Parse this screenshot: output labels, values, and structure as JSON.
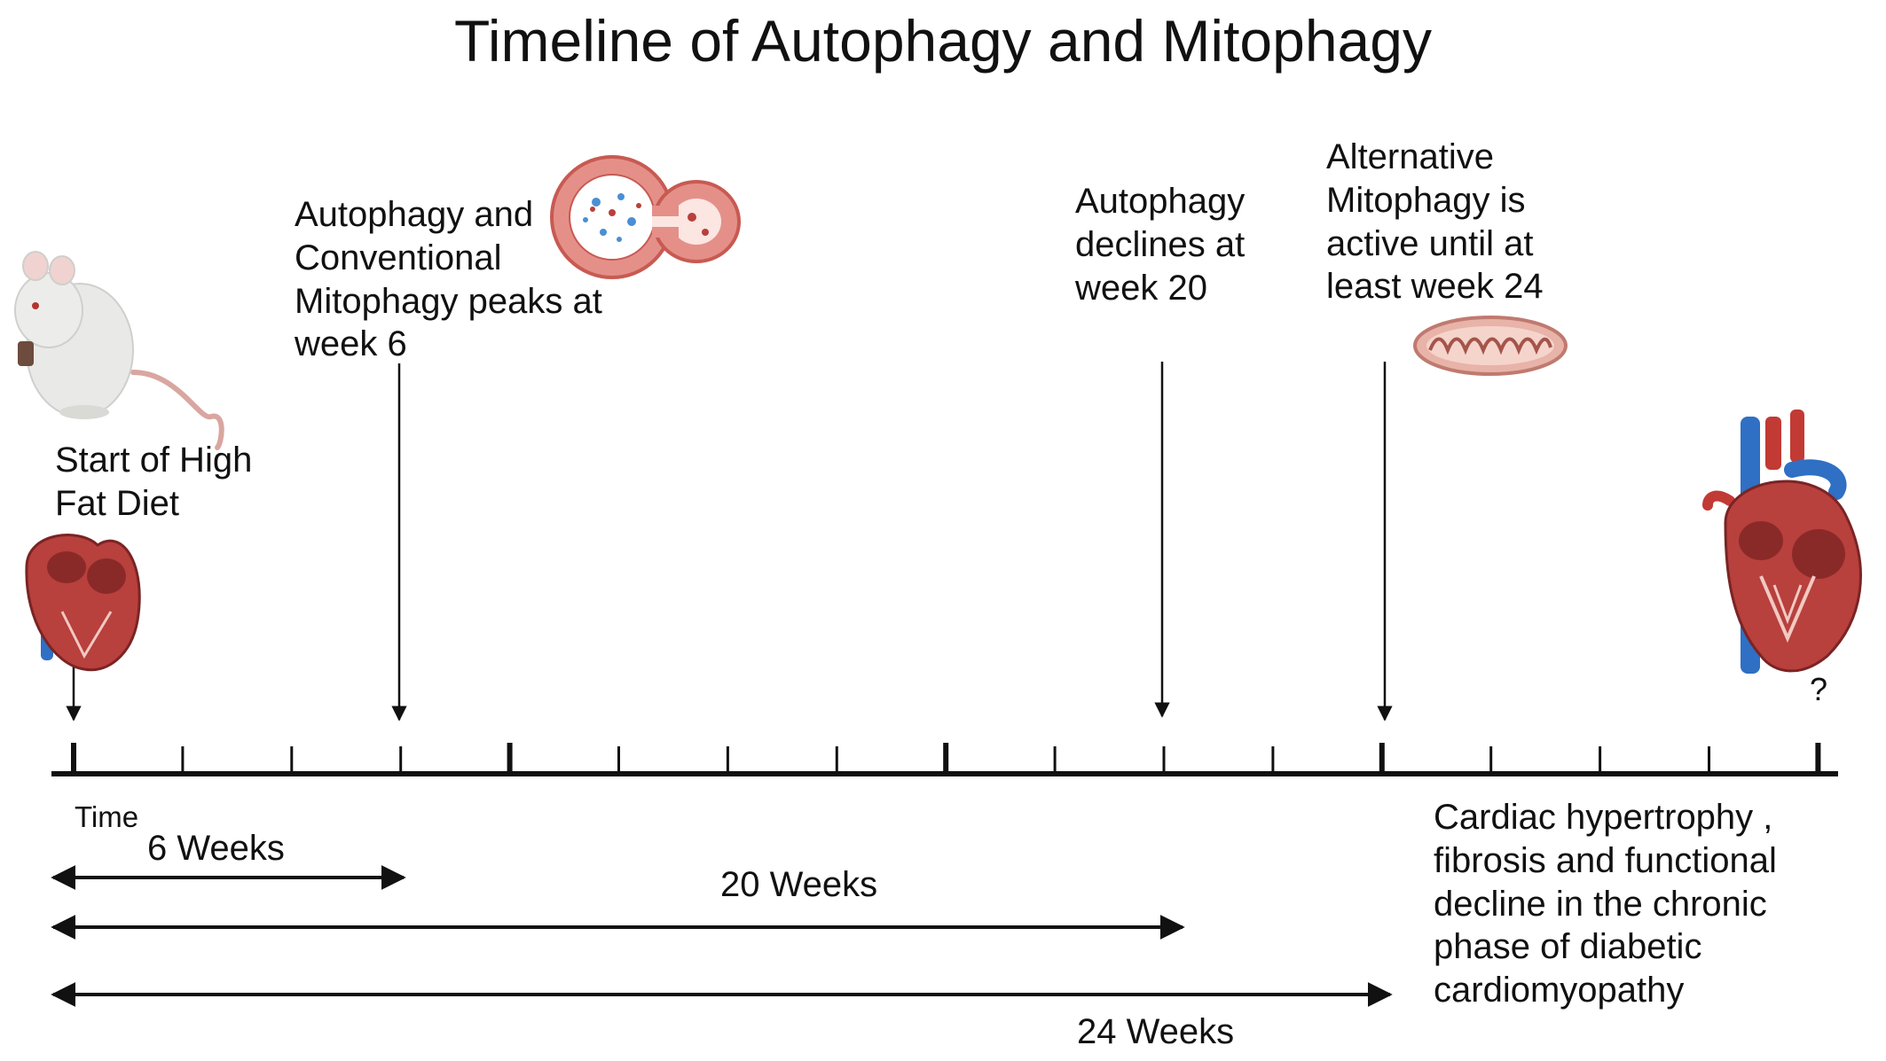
{
  "title": "Timeline of Autophagy and Mitophagy",
  "events": {
    "start": "Start of High Fat Diet",
    "week6": "Autophagy and Conventional Mitophagy peaks at week 6",
    "week20": "Autophagy declines at week 20",
    "week24": "Alternative Mitophagy is active until at least week 24",
    "end_mark": "?"
  },
  "axis": {
    "label": "Time"
  },
  "spans": {
    "six": "6 Weeks",
    "twenty": "20 Weeks",
    "twentyfour": "24 Weeks"
  },
  "outcome": "Cardiac hypertrophy , fibrosis and functional decline in the chronic phase of diabetic cardiomyopathy",
  "icons": [
    "mouse-icon",
    "small-heart-icon",
    "autophagosome-icon",
    "mitochondrion-icon",
    "large-heart-icon"
  ],
  "colors": {
    "line": "#111111",
    "heart_red": "#b8403d",
    "heart_dark": "#7a2424",
    "vessel_blue": "#2f6fc4",
    "autophagy_ring": "#d9736b"
  }
}
